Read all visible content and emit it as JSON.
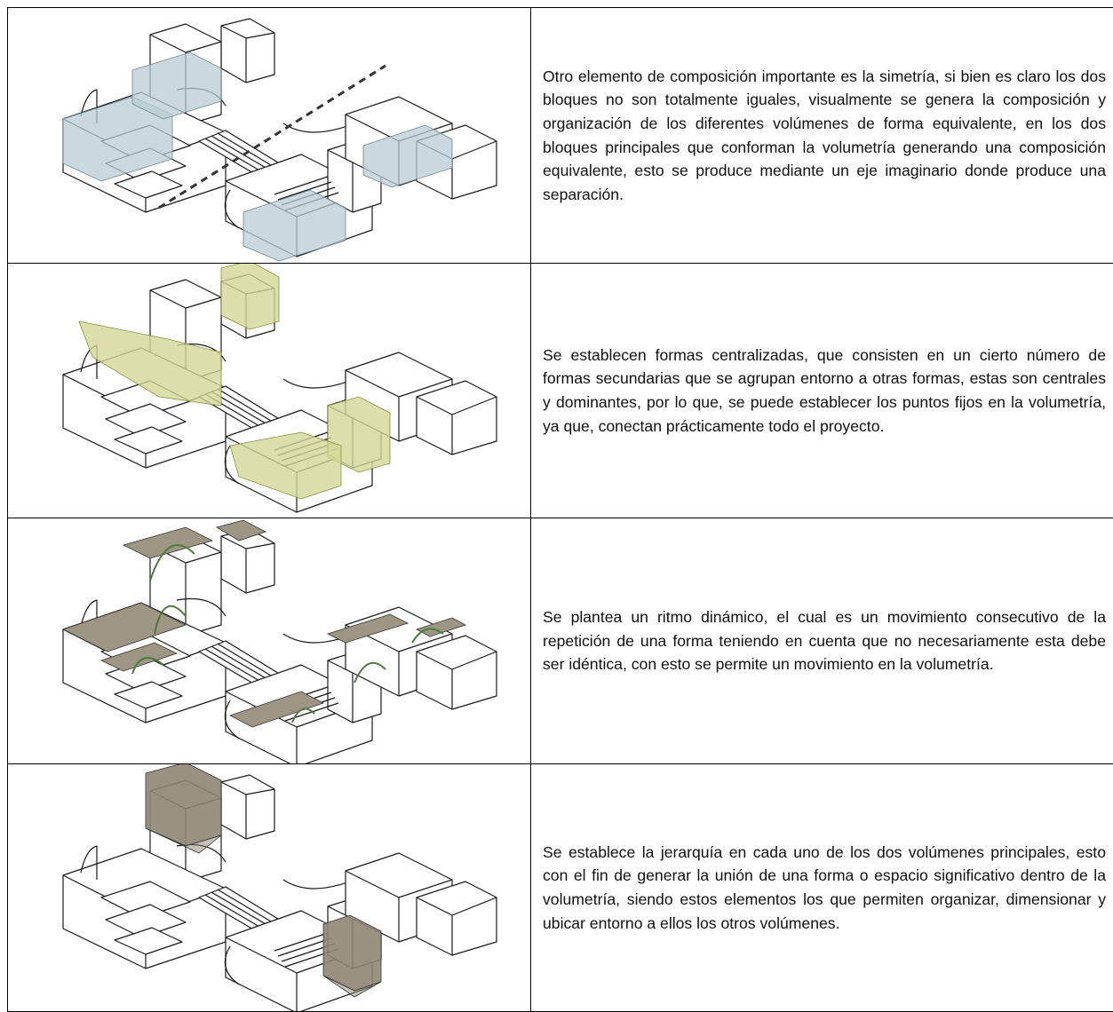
{
  "rows": [
    {
      "diagram": "symmetry-diagram",
      "highlight_color": "#b9ccd3",
      "text": "Otro elemento de composición importante es la simetría, si bien es claro los dos bloques no son totalmente iguales, visualmente se genera la composición y organización de los diferentes volúmenes de forma equivalente, en los dos bloques principales que conforman la volumetría generando una composición equivalente, esto se produce mediante un eje imaginario donde produce una separación."
    },
    {
      "diagram": "centralized-forms-diagram",
      "highlight_color": "#d3d796",
      "text": "Se establecen formas centralizadas, que consisten en un cierto número de formas secundarias que se agrupan entorno a otras formas, estas son centrales y dominantes, por lo que, se puede establecer los puntos fijos en la volumetría, ya que, conectan prácticamente todo el proyecto."
    },
    {
      "diagram": "dynamic-rhythm-diagram",
      "highlight_color": "#9e9684",
      "arrow_color": "#4e7a3e",
      "text": "Se plantea un ritmo dinámico, el cual es un movimiento consecutivo de la repetición de una forma teniendo en cuenta que no necesariamente esta debe ser idéntica, con esto se permite un movimiento en la volumetría."
    },
    {
      "diagram": "hierarchy-diagram",
      "highlight_color": "#8e8674",
      "text": "Se establece la jerarquía en cada uno de los dos volúmenes principales, esto con el fin de generar la unión de una forma o espacio significativo dentro de la volumetría, siendo estos elementos los que permiten organizar, dimensionar y ubicar entorno a ellos los otros volúmenes."
    }
  ]
}
